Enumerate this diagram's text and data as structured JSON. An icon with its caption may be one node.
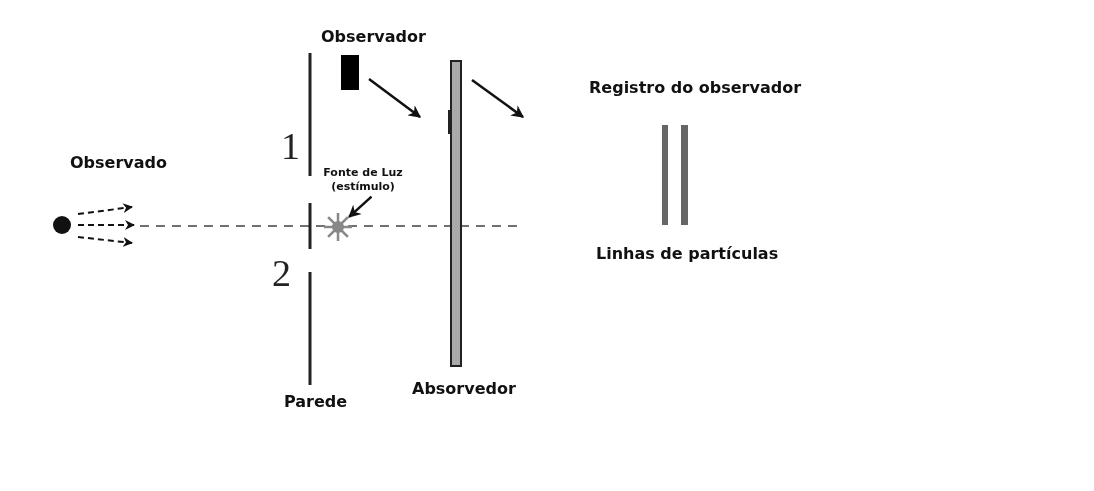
{
  "diagram": {
    "nodes": [
      {
        "text": [
          "Fonte de Luz (estímulo)"
        ]
      },
      {
        "text": [],
        "shape": "star"
      }
    ],
    "edges": [
      {
        "from": 0,
        "to": 1,
        "arrow": "to"
      }
    ],
    "labels": [
      "Observador",
      "Registro do observador",
      "1",
      "Observado",
      "2",
      "Linhas de partículas",
      "Absorvedor",
      "Parede"
    ]
  }
}
